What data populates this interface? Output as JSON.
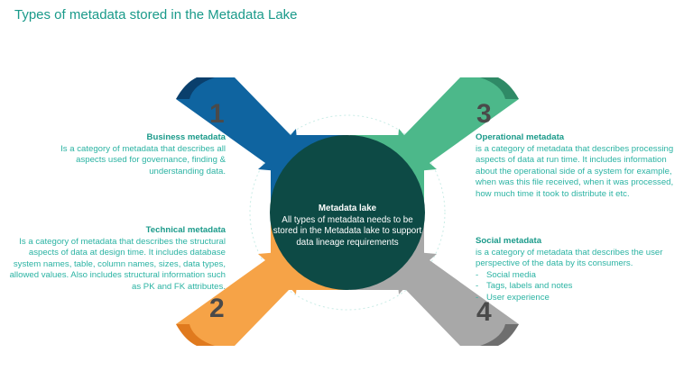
{
  "page_title": "Types of metadata stored in the Metadata Lake",
  "colors": {
    "title": "#1a9a8a",
    "blue": "#0f64a0",
    "green": "#4cb88a",
    "orange": "#f6a347",
    "gray": "#a8a8a8",
    "center": "#0d4a45",
    "text": "#2bb3a3"
  },
  "center": {
    "title": "Metadata lake",
    "text": "All types of metadata needs to be stored in the Metadata lake to support data lineage requirements"
  },
  "business": {
    "number": "1",
    "title": "Business metadata",
    "text": "Is a category of metadata that describes all aspects used for governance, finding & understanding data."
  },
  "technical": {
    "number": "2",
    "title": "Technical metadata",
    "text": "Is a category of metadata that describes the structural aspects of data at design time. It includes database system names, table, column names, sizes, data types, allowed values. Also includes structural information such as PK and FK attributes."
  },
  "operational": {
    "number": "3",
    "title": "Operational metadata",
    "text": "is a category of metadata that describes processing aspects of data at run time. It includes information about the operational side of a system for example, when was this file received, when it was processed, how much time it took to distribute it etc."
  },
  "social": {
    "number": "4",
    "title": "Social metadata",
    "text": "is a category of metadata that describes the user perspective of the data by its consumers.",
    "items": [
      "Social media",
      "Tags, labels and notes",
      "User experience"
    ]
  }
}
